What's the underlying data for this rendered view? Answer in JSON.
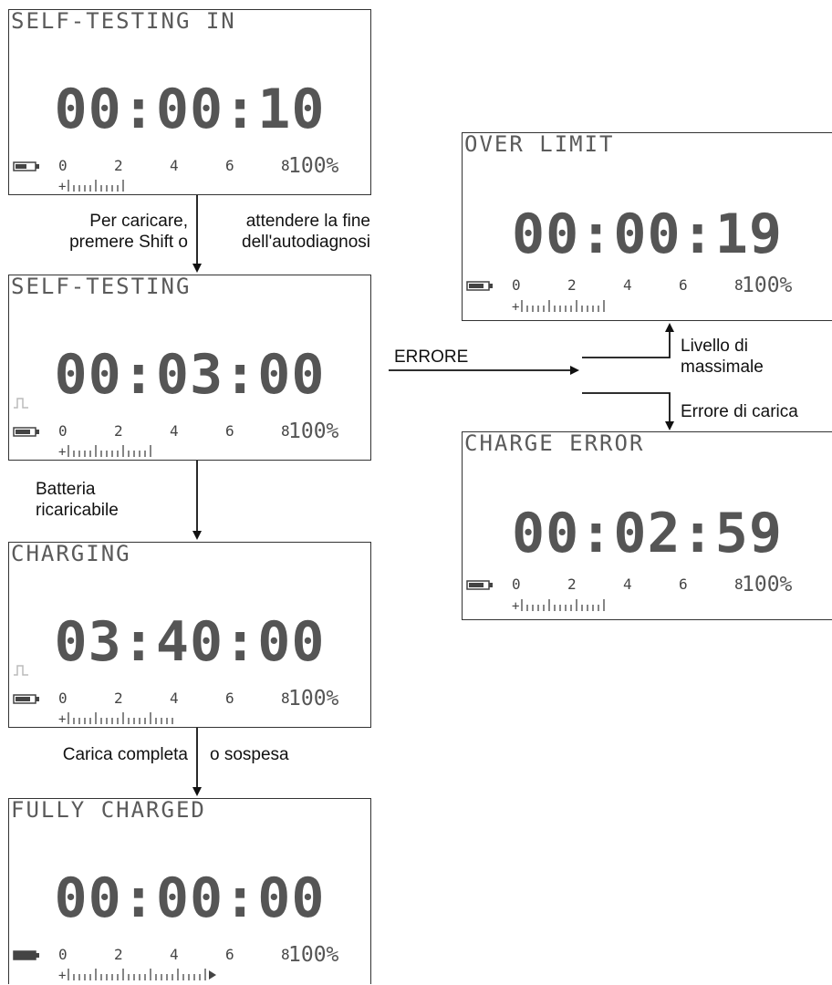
{
  "screens": {
    "self_testing_in": {
      "label": "SELF-TESTING IN",
      "time": "00:00:10",
      "scale_ticks": [
        "0",
        "2",
        "4",
        "6",
        "8"
      ],
      "percent": "100%"
    },
    "self_testing": {
      "label": "SELF-TESTING",
      "time": "00:03:00",
      "scale_ticks": [
        "0",
        "2",
        "4",
        "6",
        "8"
      ],
      "percent": "100%"
    },
    "charging": {
      "label": "CHARGING",
      "time": "03:40:00",
      "scale_ticks": [
        "0",
        "2",
        "4",
        "6",
        "8"
      ],
      "percent": "100%"
    },
    "fully_charged": {
      "label": "FULLY CHARGED",
      "time": "00:00:00",
      "scale_ticks": [
        "0",
        "2",
        "4",
        "6",
        "8"
      ],
      "percent": "100%"
    },
    "over_limit": {
      "label": "OVER LIMIT",
      "time": "00:00:19",
      "scale_ticks": [
        "0",
        "2",
        "4",
        "6",
        "8"
      ],
      "percent": "100%"
    },
    "charge_error": {
      "label": "CHARGE ERROR",
      "time": "00:02:59",
      "scale_ticks": [
        "0",
        "2",
        "4",
        "6",
        "8"
      ],
      "percent": "100%"
    }
  },
  "captions": {
    "step1_left": [
      "Per caricare,",
      "premere Shift o"
    ],
    "step1_right": [
      "attendere la fine",
      "dell'autodiagnosi"
    ],
    "step2_left": [
      "Batteria",
      "ricaricabile"
    ],
    "step3_left": "Carica completa",
    "step3_right": "o sospesa",
    "error": "ERRORE",
    "over_limit": [
      "Livello di",
      "massimale"
    ],
    "charge_error": "Errore di carica"
  }
}
